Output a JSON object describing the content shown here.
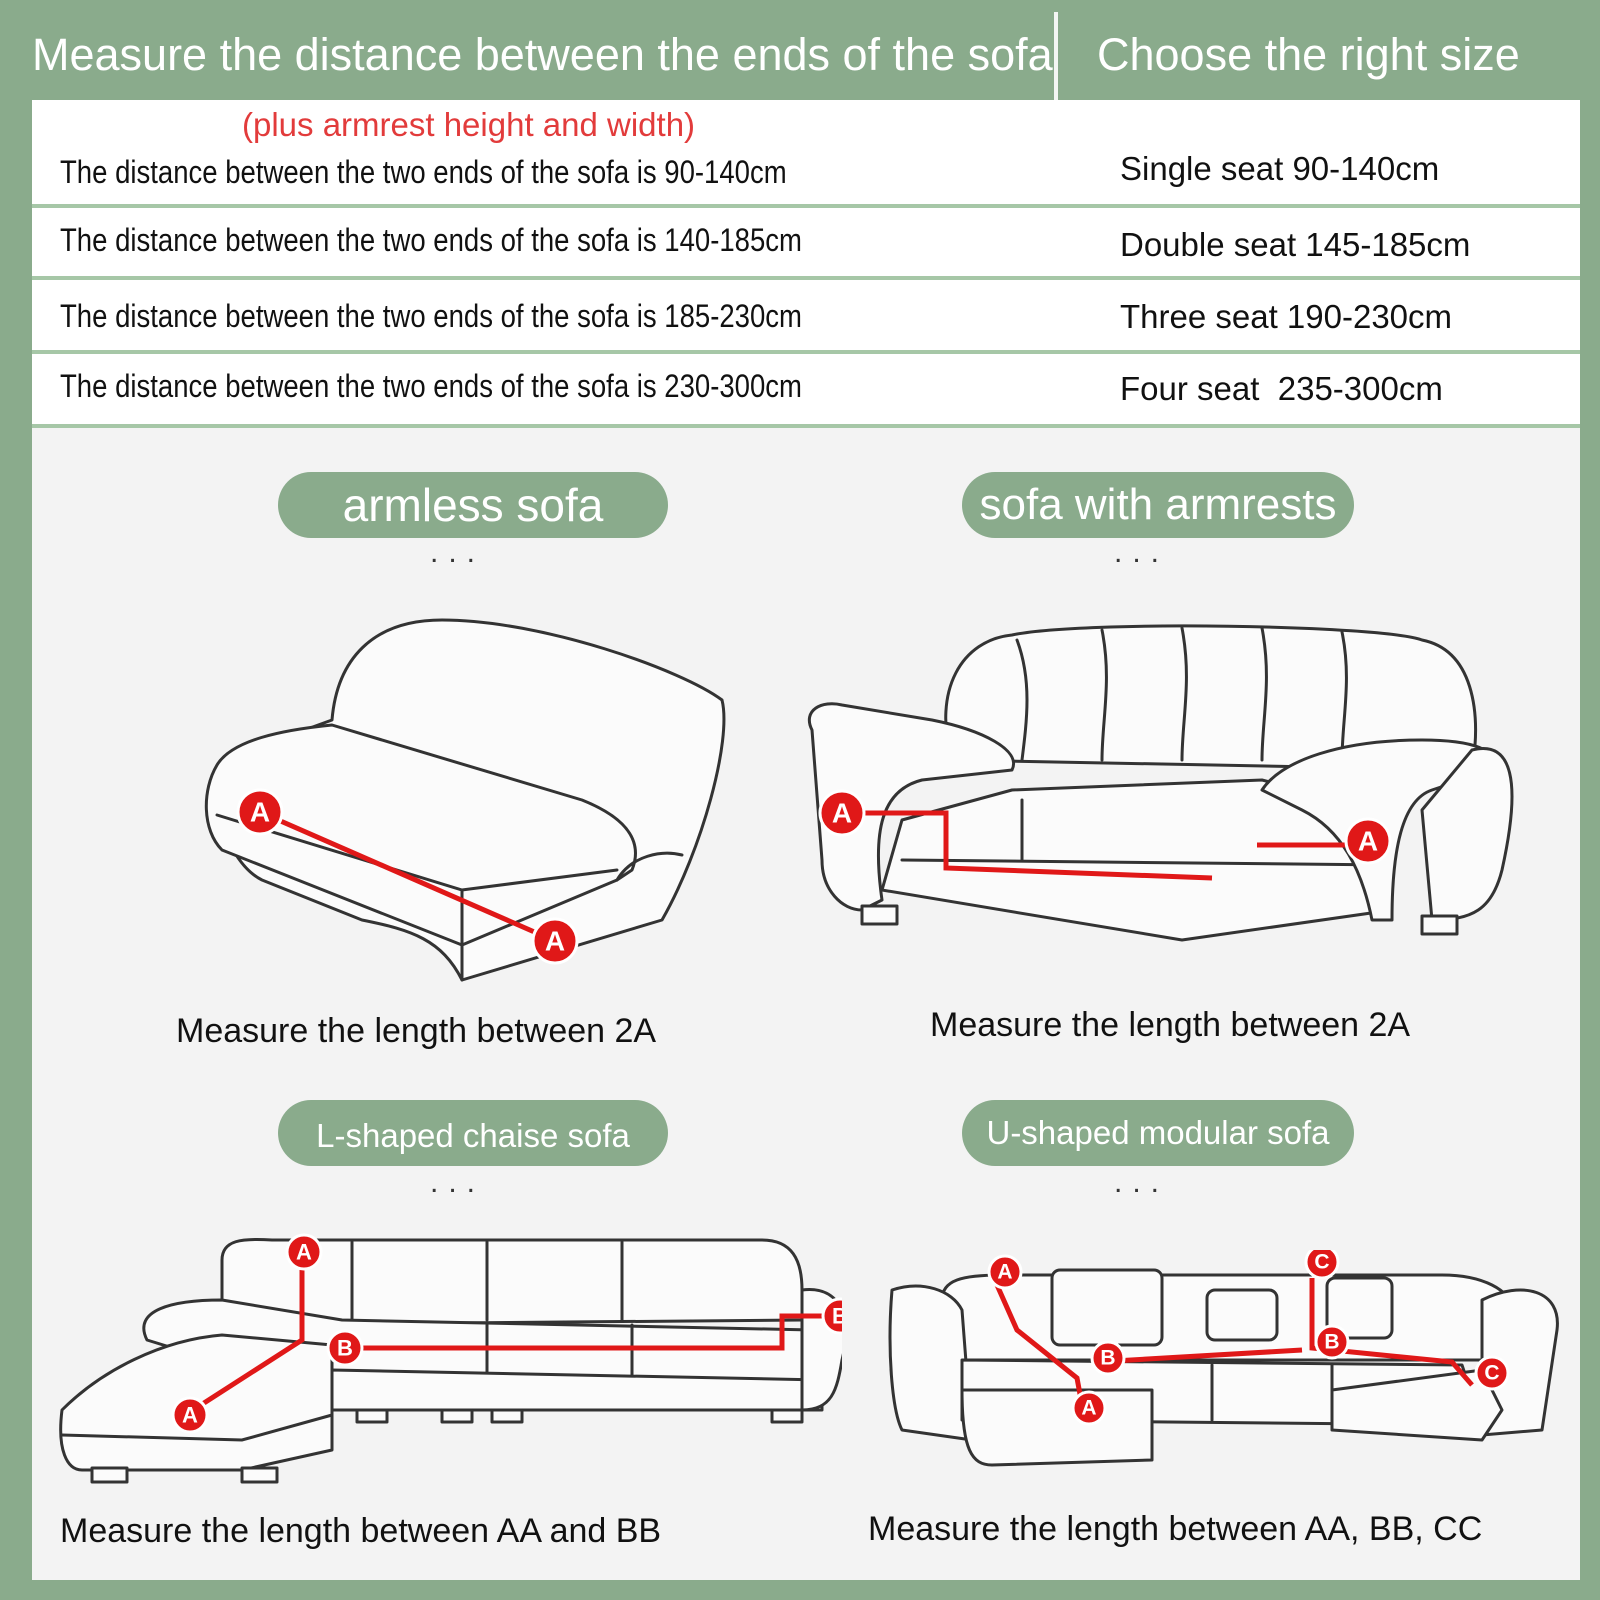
{
  "header": {
    "left_title": "Measure the distance between the ends of the sofa",
    "right_title": "Choose the right size"
  },
  "size_table": {
    "note": "(plus armrest height and width)",
    "rows": [
      {
        "distance": "The distance between the two ends of the sofa is 90-140cm",
        "size": "Single seat 90-140cm"
      },
      {
        "distance": "The distance between the two ends of the sofa is 140-185cm",
        "size": "Double seat 145-185cm"
      },
      {
        "distance": "The distance between the two ends of the sofa is 185-230cm",
        "size": "Three seat 190-230cm"
      },
      {
        "distance": "The distance between the two ends of the sofa is 230-300cm",
        "size": "Four seat  235-300cm"
      }
    ]
  },
  "dots": "...",
  "sections": {
    "armless": {
      "title": "armless sofa",
      "caption": "Measure the length between 2A",
      "markers": [
        "A",
        "A"
      ]
    },
    "armrests": {
      "title": "sofa with armrests",
      "caption": "Measure the length between 2A",
      "markers": [
        "A",
        "A"
      ]
    },
    "lshape": {
      "title": "L-shaped chaise sofa",
      "caption": "Measure the length between AA and BB",
      "markers": [
        "A",
        "A",
        "B",
        "B"
      ]
    },
    "ushape": {
      "title": "U-shaped modular sofa",
      "caption": "Measure the length between AA, BB, CC",
      "markers": [
        "A",
        "A",
        "B",
        "B",
        "C",
        "C"
      ]
    }
  },
  "colors": {
    "frame_green": "#8aab8c",
    "marker_red": "#e01818",
    "note_red": "#e23b3b"
  }
}
